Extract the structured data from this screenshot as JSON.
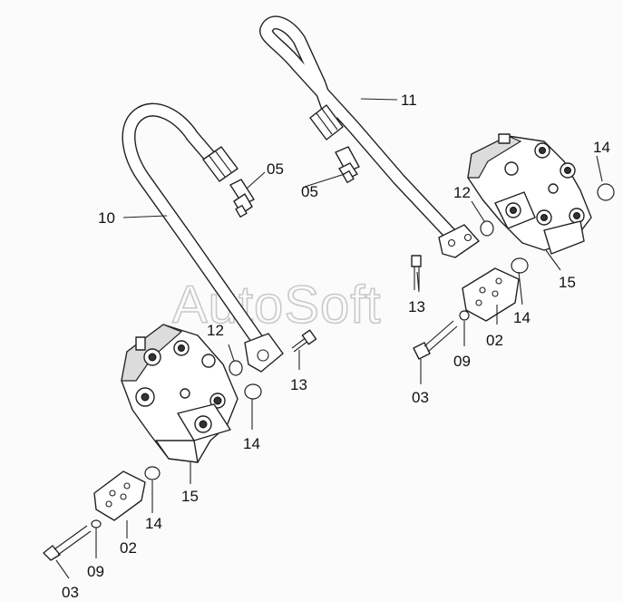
{
  "diagram": {
    "watermark": "AutoSoft",
    "callouts": [
      {
        "id": "c-11",
        "text": "11"
      },
      {
        "id": "c-10",
        "text": "10"
      },
      {
        "id": "c-05a",
        "text": "05"
      },
      {
        "id": "c-05b",
        "text": "05"
      },
      {
        "id": "c-14a",
        "text": "14"
      },
      {
        "id": "c-12a",
        "text": "12"
      },
      {
        "id": "c-15a",
        "text": "15"
      },
      {
        "id": "c-13a",
        "text": "13"
      },
      {
        "id": "c-14b",
        "text": "14"
      },
      {
        "id": "c-02a",
        "text": "02"
      },
      {
        "id": "c-09a",
        "text": "09"
      },
      {
        "id": "c-03a",
        "text": "03"
      },
      {
        "id": "c-12b",
        "text": "12"
      },
      {
        "id": "c-13b",
        "text": "13"
      },
      {
        "id": "c-14c",
        "text": "14"
      },
      {
        "id": "c-15b",
        "text": "15"
      },
      {
        "id": "c-14d",
        "text": "14"
      },
      {
        "id": "c-02b",
        "text": "02"
      },
      {
        "id": "c-09b",
        "text": "09"
      },
      {
        "id": "c-03b",
        "text": "03"
      }
    ]
  }
}
